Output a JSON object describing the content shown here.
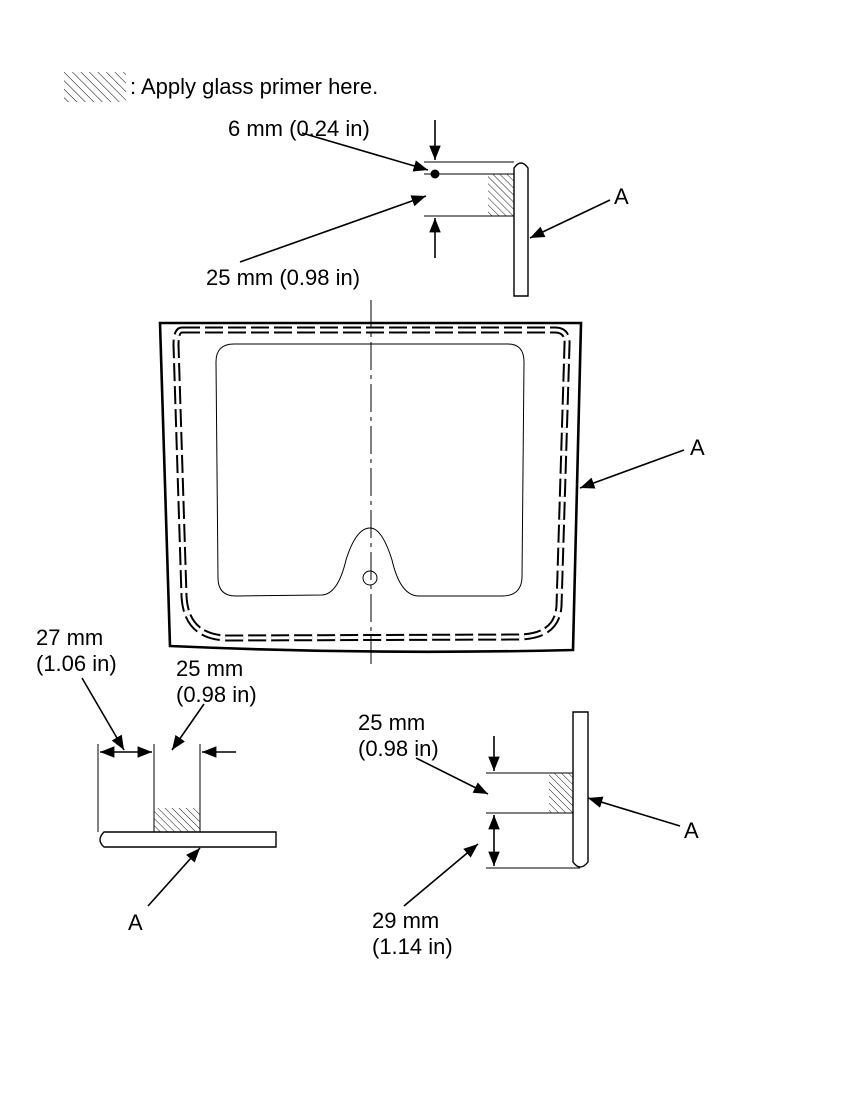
{
  "legend": {
    "text": ": Apply glass primer here.",
    "swatch_icon": "hatch-swatch-icon"
  },
  "callouts": {
    "top_dot": "6 mm (0.24 in)",
    "top_width": "25 mm (0.98 in)",
    "top_part": "A",
    "glass_part": "A",
    "left_offset_mm": "27 mm",
    "left_offset_in": "(1.06 in)",
    "left_width_mm": "25 mm",
    "left_width_in": "(0.98 in)",
    "left_part": "A",
    "right_width_mm": "25 mm",
    "right_width_in": "(0.98 in)",
    "right_offset_mm": "29 mm",
    "right_offset_in": "(1.14 in)",
    "right_part": "A"
  }
}
